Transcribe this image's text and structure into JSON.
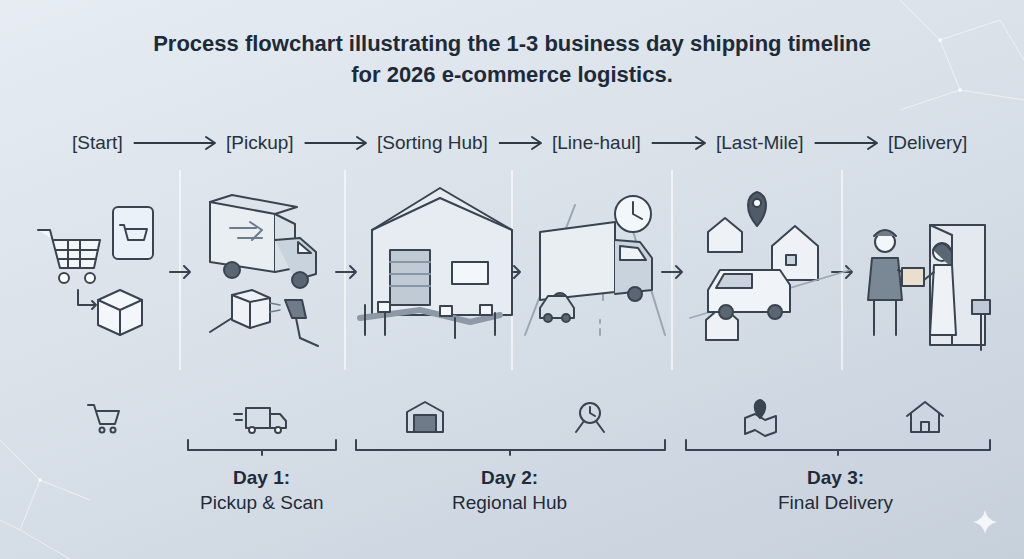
{
  "diagram": {
    "title": "Process flowchart illustrating the 1-3 business day shipping timeline for 2026 e-commerce logistics.",
    "nodes": [
      {
        "text": [
          "[Start]"
        ]
      },
      {
        "text": [
          "[Pickup]"
        ]
      },
      {
        "text": [
          "[Sorting Hub]"
        ]
      },
      {
        "text": [
          "[Line-haul]"
        ]
      },
      {
        "text": [
          "[Last-Mile]"
        ]
      },
      {
        "text": [
          "[Delivery]"
        ]
      }
    ],
    "edges": [
      {
        "from": 0,
        "to": 1,
        "arrow": "to"
      },
      {
        "from": 1,
        "to": 2,
        "arrow": "to"
      },
      {
        "from": 2,
        "to": 3,
        "arrow": "to"
      },
      {
        "from": 3,
        "to": 4,
        "arrow": "to"
      },
      {
        "from": 4,
        "to": 5,
        "arrow": "to"
      }
    ],
    "labels": [
      "Day 1:",
      "Pickup & Scan",
      "Day 2:",
      "Regional Hub",
      "Day 3:",
      "Final Delivery"
    ]
  }
}
